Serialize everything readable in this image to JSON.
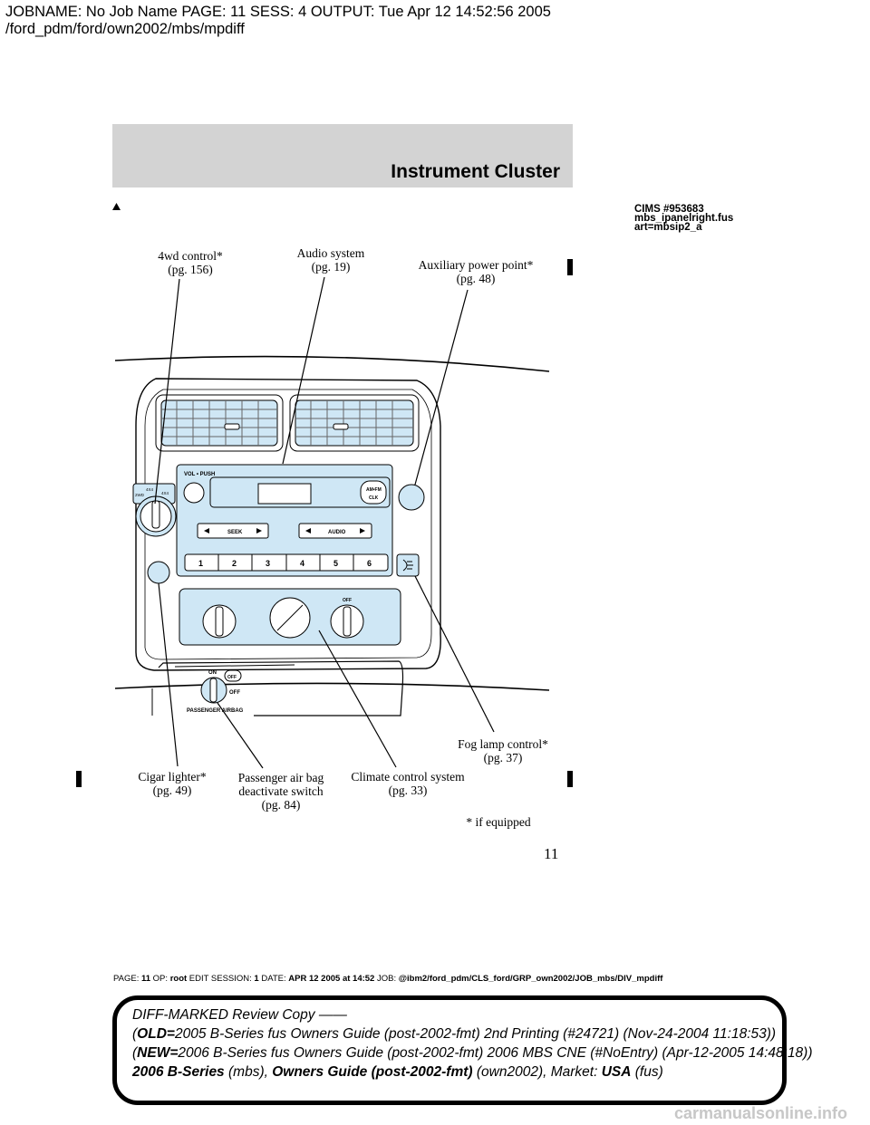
{
  "job": {
    "line1": "JOBNAME: No Job Name  PAGE: 11  SESS: 4  OUTPUT: Tue Apr 12 14:52:56 2005",
    "line2": "/ford_pdm/ford/own2002/mbs/mpdiff"
  },
  "section_title": "Instrument Cluster",
  "cims": {
    "line1": "CIMS  #953683",
    "line2": "mbs_ipanelright.fus",
    "line3": "art=mbsip2_a"
  },
  "callouts": {
    "fwd": {
      "name": "4wd control*",
      "page": "(pg. 156)"
    },
    "audio": {
      "name": "Audio system",
      "page": "(pg. 19)"
    },
    "aux": {
      "name": "Auxiliary power point*",
      "page": "(pg. 48)"
    },
    "fog": {
      "name": "Fog lamp control*",
      "page": "(pg. 37)"
    },
    "cigar": {
      "name": "Cigar lighter*",
      "page": "(pg. 49)"
    },
    "airbag": {
      "line1": "Passenger air bag",
      "line2": "deactivate switch",
      "page": "(pg. 84)"
    },
    "climate": {
      "name": "Climate control system",
      "page": "(pg. 33)"
    }
  },
  "footnote": "* if equipped",
  "page_number": "11",
  "radio": {
    "vol_push": "VOL • PUSH",
    "amfm": "AM•FM",
    "clk": "CLK",
    "seek": "SEEK",
    "audio": "AUDIO",
    "presets": [
      "1",
      "2",
      "3",
      "4",
      "5",
      "6"
    ]
  },
  "fwd_switch_labels": [
    "2WD",
    "4X4 HIGH",
    "4X4 LOW"
  ],
  "airbag_switch": {
    "on": "ON",
    "off_badge": "OFF",
    "off": "OFF",
    "label": "PASSENGER AIRBAG"
  },
  "climate_off": "OFF",
  "footer": {
    "page_label": "PAGE:",
    "page": "11",
    "op_label": "OP:",
    "op": "root",
    "session_label": "EDIT SESSION:",
    "session": "1",
    "date_label": "DATE:",
    "date": "APR  12  2005  at  14:52",
    "job_label": "JOB:",
    "job": "@ibm2/ford_pdm/CLS_ford/GRP_own2002/JOB_mbs/DIV_mpdiff"
  },
  "review": {
    "line1": "DIFF-MARKED Review Copy ——",
    "old_label": "OLD=",
    "old_text": "2005 B-Series fus Owners Guide (post-2002-fmt) 2nd Printing (#24721) (Nov-24-2004 11:18:53))",
    "new_label": "NEW=",
    "new_text": "2006 B-Series fus Owners Guide (post-2002-fmt) 2006 MBS CNE (#NoEntry) (Apr-12-2005 14:48:18))",
    "l4_series": "2006 B-Series",
    "l4_mbs": " (mbs), ",
    "l4_guide": "Owners Guide (post-2002-fmt)",
    "l4_own": " (own2002), ",
    "l4_market_label": "Market: ",
    "l4_market": "USA",
    "l4_fus": " (fus)"
  },
  "watermark": "carmanualsonline.info"
}
